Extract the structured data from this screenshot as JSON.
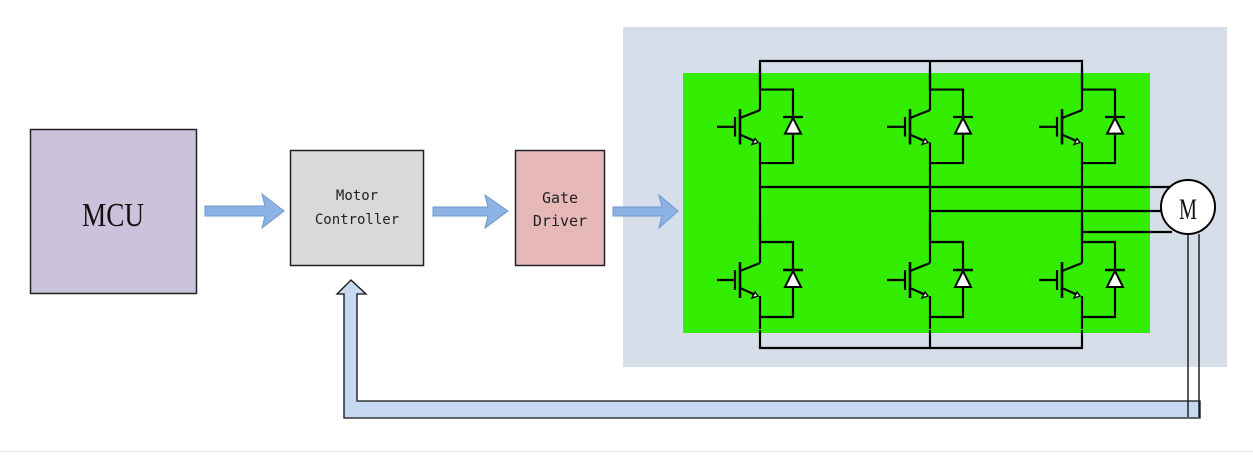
{
  "diagram": {
    "title": "Motor drive block diagram",
    "blocks": {
      "mcu": {
        "label": "MCU",
        "color": "#cbc3dc"
      },
      "motor_controller": {
        "line1": "Motor",
        "line2": "Controller",
        "color": "#d9d9d9"
      },
      "gate_driver": {
        "line1": "Gate",
        "line2": "Driver",
        "color": "#e6b8b7"
      },
      "inverter_panel": {
        "outer_color": "#d6dfe9",
        "inner_color": "#33ee00"
      },
      "motor": {
        "label": "M"
      }
    },
    "arrows": {
      "forward_color": "#8db3e2",
      "feedback_color": "#c6d9f0"
    },
    "switches": {
      "count": 6,
      "type": "IGBT with antiparallel diode",
      "legs": 3
    }
  }
}
